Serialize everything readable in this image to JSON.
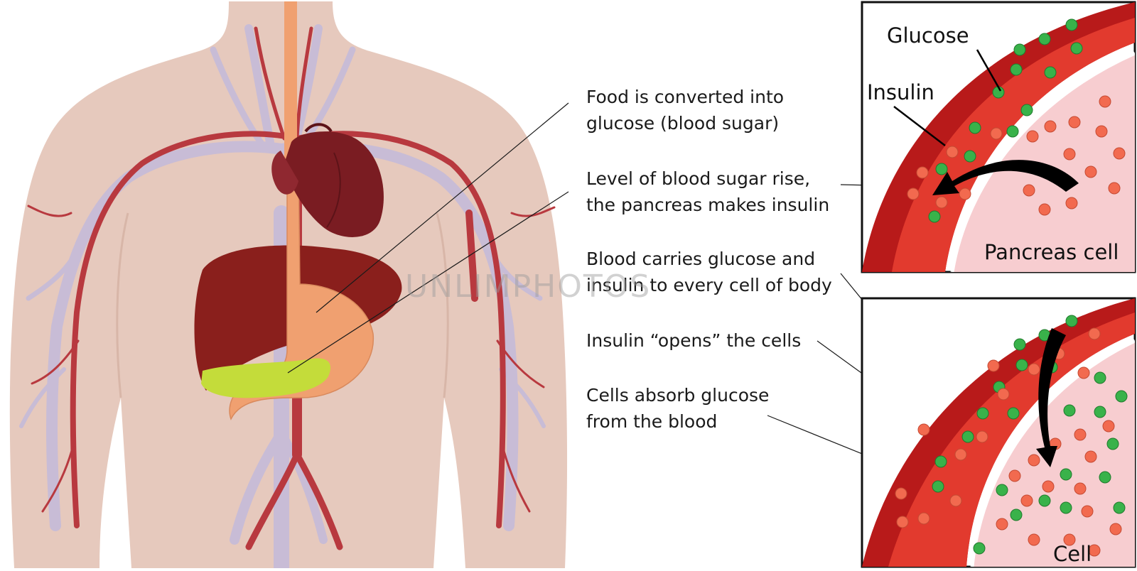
{
  "steps": [
    {
      "line1": "Food is converted into",
      "line2": "glucose (blood sugar)"
    },
    {
      "line1": "Level of blood sugar rise,",
      "line2": "the pancreas makes insulin"
    },
    {
      "line1": "Blood carries glucose and",
      "line2": "insulin to every cell of body"
    },
    {
      "line1": "Insulin “opens”  the cells",
      "line2": ""
    },
    {
      "line1": "Cells absorb glucose",
      "line2": "from the blood"
    }
  ],
  "inset_top": {
    "glucose_label": "Glucose",
    "insulin_label": "Insulin",
    "cell_label": "Pancreas cell"
  },
  "inset_bottom": {
    "cell_label": "Cell"
  },
  "watermark": "UNLIMPHOTOS",
  "colors": {
    "skin": "#e6c9bd",
    "vein": "#c8bcd6",
    "artery": "#b8393f",
    "esophagus": "#f0a070",
    "heart": "#7a1c22",
    "liver": "#8a1f1c",
    "stomach": "#f0a070",
    "pancreas": "#c4dc3a",
    "vessel_outer": "#b81a1a",
    "vessel_inner": "#e23a2e",
    "cell_interior": "#f7cdd0",
    "glucose": "#39b24a",
    "insulin": "#f26a4f"
  }
}
